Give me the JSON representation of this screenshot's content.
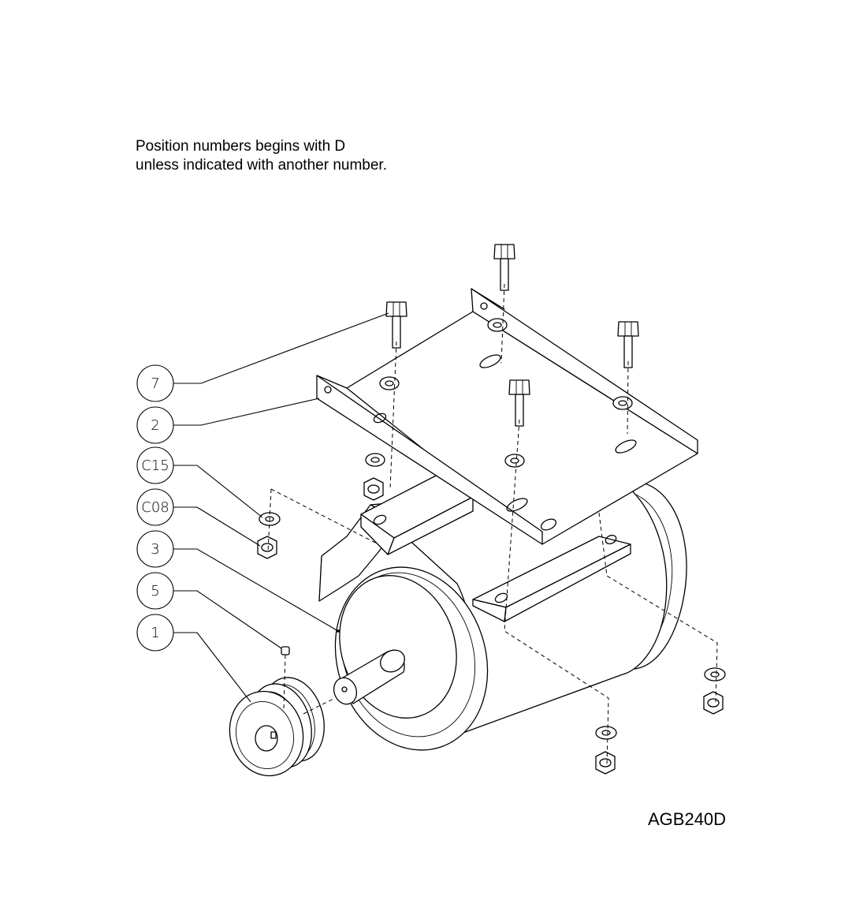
{
  "note": {
    "line1": "Position numbers begins with D",
    "line2": "unless indicated with another number."
  },
  "drawing_code": "AGB240D",
  "callouts": [
    "7",
    "2",
    "C15",
    "C08",
    "3",
    "5",
    "1"
  ]
}
